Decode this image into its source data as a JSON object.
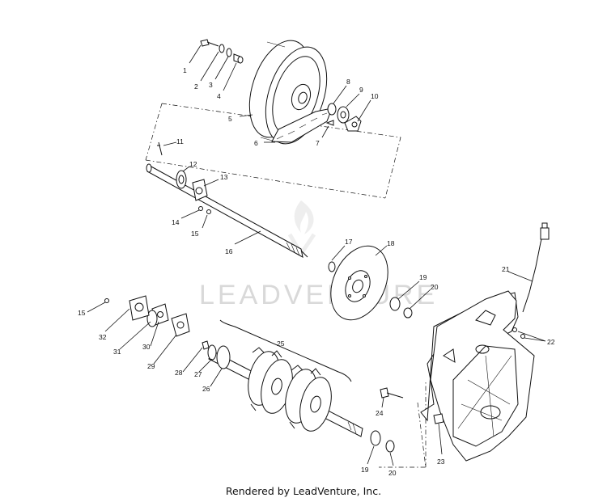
{
  "watermark": {
    "text": "LEADVENTURE"
  },
  "footer": {
    "credit": "Rendered by LeadVenture, Inc."
  },
  "callouts": {
    "c1": "1",
    "c2": "2",
    "c3": "3",
    "c4": "4",
    "c5": "5",
    "c6": "6",
    "c7": "7",
    "c8": "8",
    "c9": "9",
    "c10": "10",
    "c11": "11",
    "c12": "12",
    "c13": "13",
    "c14": "14",
    "c15a": "15",
    "c16": "16",
    "c17": "17",
    "c18": "18",
    "c19a": "19",
    "c20a": "20",
    "c21": "21",
    "c22": "22",
    "c15b": "15",
    "c32": "32",
    "c31": "31",
    "c30": "30",
    "c29": "29",
    "c28": "28",
    "c27": "27",
    "c26": "26",
    "c25": "25",
    "c24": "24",
    "c23": "23",
    "c19b": "19",
    "c20b": "20"
  }
}
